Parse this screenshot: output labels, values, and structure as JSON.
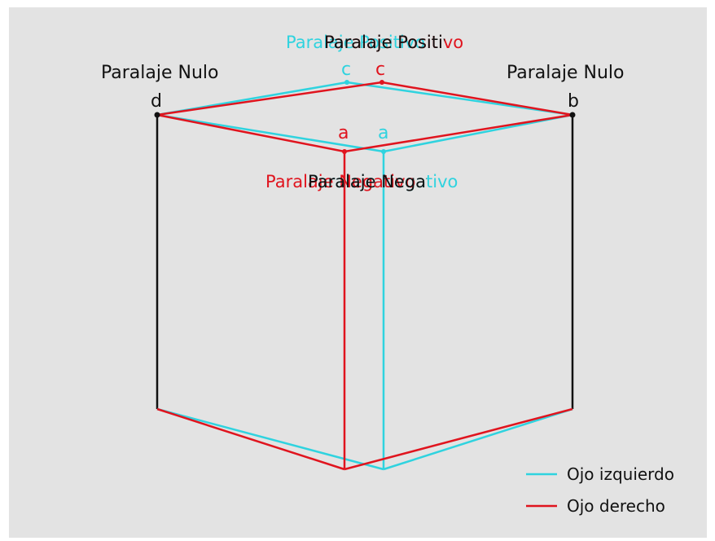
{
  "colors": {
    "background": "#e3e3e3",
    "left_eye": "#2fd3df",
    "right_eye": "#e0141e",
    "neutral": "#111111"
  },
  "labels": {
    "zero_parallax_left": "Paralaje Nulo",
    "zero_parallax_right": "Paralaje Nulo",
    "positive_parallax": "Paralaje Positivo",
    "negative_parallax": "Paralaje Negativo",
    "vertex_a": "a",
    "vertex_b": "b",
    "vertex_c": "c",
    "vertex_d": "d"
  },
  "legend": {
    "left_eye": "Ojo izquierdo",
    "right_eye": "Ojo derecho"
  }
}
